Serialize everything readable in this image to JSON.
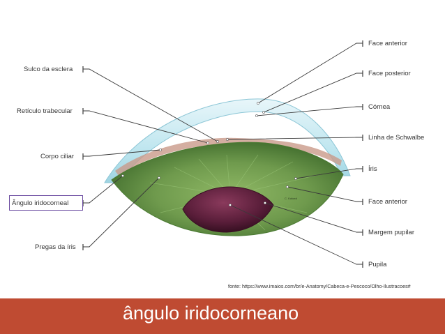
{
  "title": "ângulo iridocorneano",
  "source": "fonte: https://www.imaios.com/br/e-Anatomy/Cabeca-e-Pescoco/Olho-Ilustracoes#",
  "illustrator_signature": "C. Kofoed",
  "labels_left": [
    {
      "id": "sulco-da-esclera",
      "text": "Sulco da esclera"
    },
    {
      "id": "reticulo-trabecular",
      "text": "Retículo trabecular"
    },
    {
      "id": "corpo-ciliar",
      "text": "Corpo ciliar"
    },
    {
      "id": "angulo-iridocorneal",
      "text": "Ângulo iridocorneal"
    },
    {
      "id": "pregas-da-iris",
      "text": "Pregas da íris"
    }
  ],
  "labels_right": [
    {
      "id": "face-anterior-cornea",
      "text": "Face anterior"
    },
    {
      "id": "face-posterior",
      "text": "Face posterior"
    },
    {
      "id": "cornea",
      "text": "Córnea"
    },
    {
      "id": "linha-de-schwalbe",
      "text": "Linha de Schwalbe"
    },
    {
      "id": "iris",
      "text": "Íris"
    },
    {
      "id": "face-anterior-iris",
      "text": "Face anterior"
    },
    {
      "id": "margem-pupilar",
      "text": "Margem pupilar"
    },
    {
      "id": "pupila",
      "text": "Pupila"
    }
  ],
  "colors": {
    "footer": "#bf4b32",
    "highlight": "#6a4aa0",
    "iris_green": "#6f9a4d",
    "cornea_blue": "#bfe6ef",
    "pupil": "#5a1e3a"
  }
}
